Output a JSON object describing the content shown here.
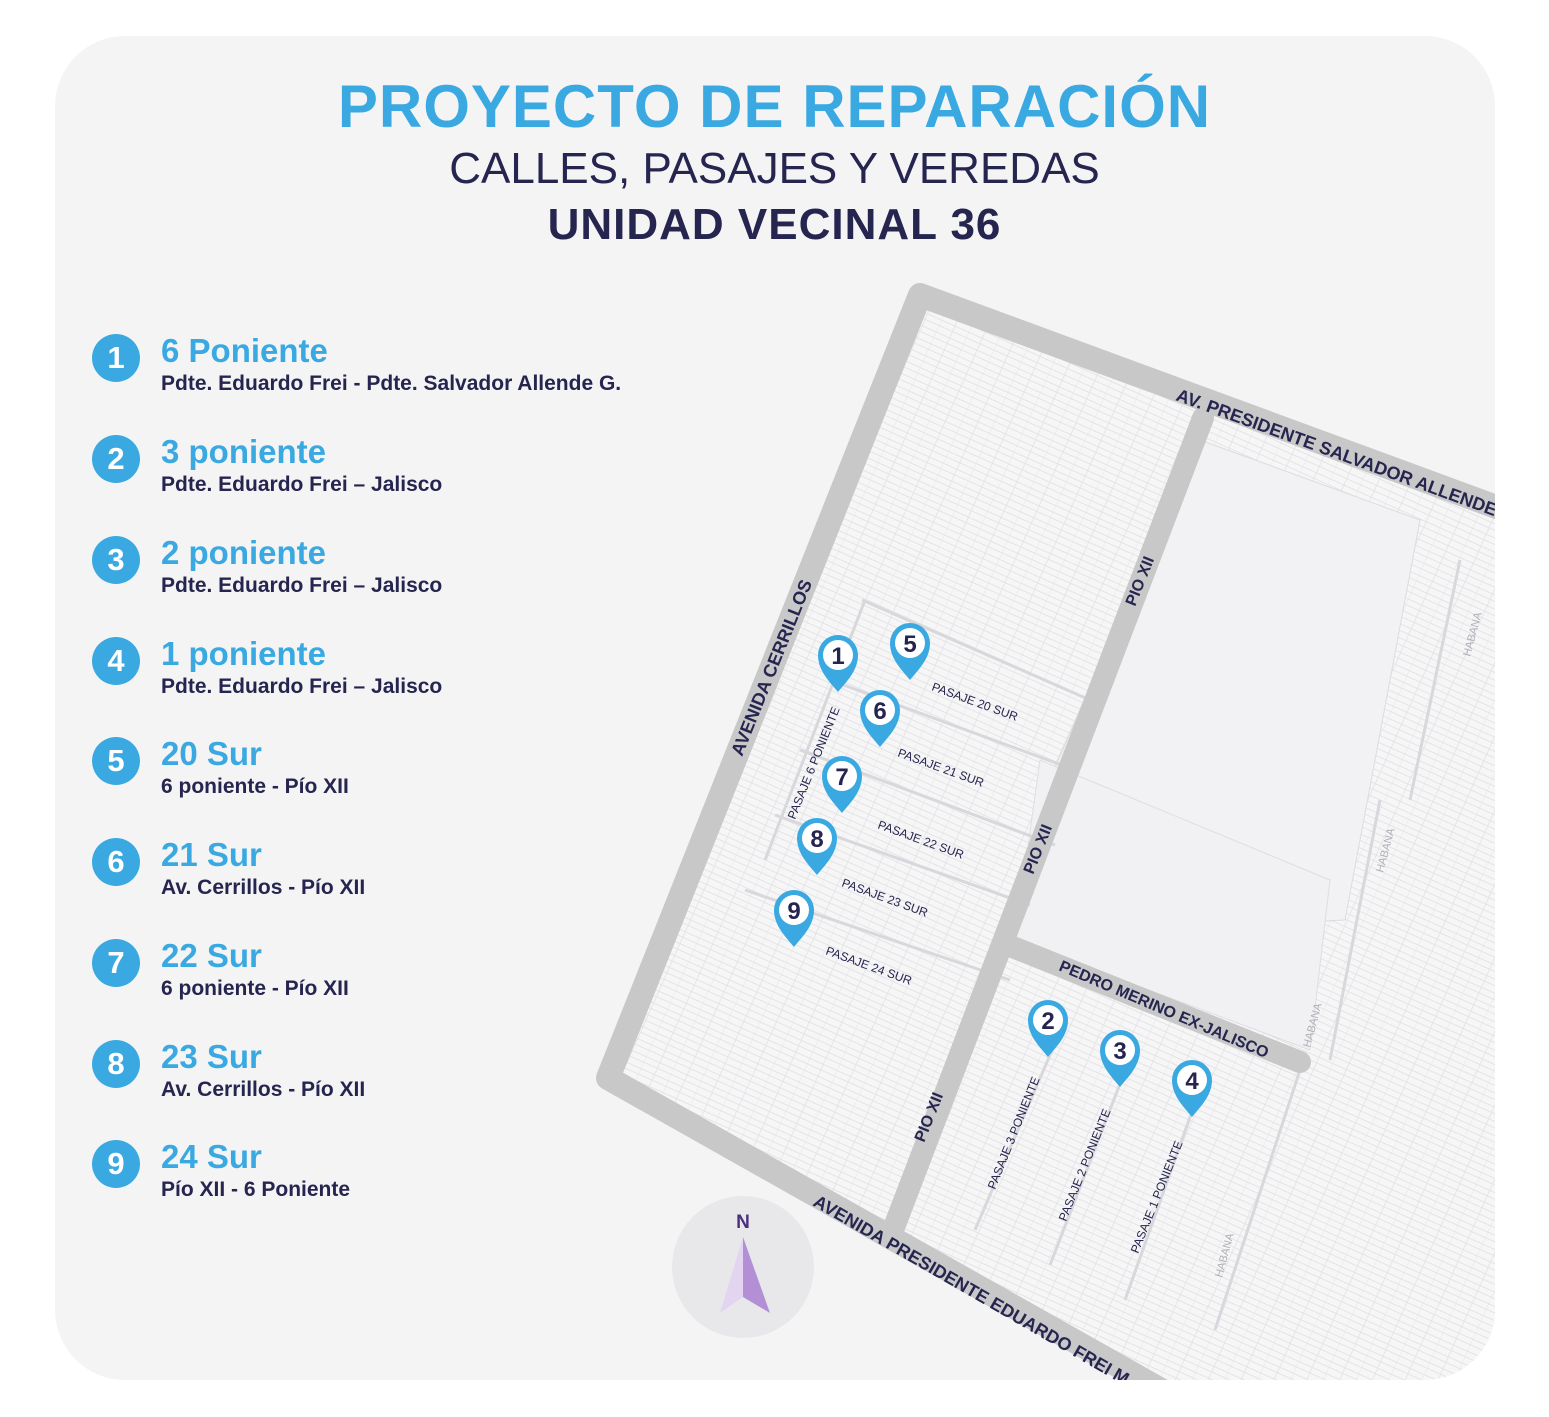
{
  "header": {
    "title": "PROYECTO DE REPARACIÓN",
    "subtitle": "CALLES, PASAJES Y VEREDAS",
    "unit": "UNIDAD VECINAL 36"
  },
  "legend": [
    {
      "number": "1",
      "street": "6 Poniente",
      "range": "Pdte. Eduardo Frei - Pdte. Salvador Allende G."
    },
    {
      "number": "2",
      "street": "3 poniente",
      "range": "Pdte. Eduardo Frei – Jalisco"
    },
    {
      "number": "3",
      "street": "2 poniente",
      "range": "Pdte. Eduardo Frei – Jalisco"
    },
    {
      "number": "4",
      "street": "1 poniente",
      "range": "Pdte. Eduardo Frei – Jalisco"
    },
    {
      "number": "5",
      "street": "20 Sur",
      "range": "6 poniente - Pío XII"
    },
    {
      "number": "6",
      "street": "21 Sur",
      "range": "Av. Cerrillos - Pío XII"
    },
    {
      "number": "7",
      "street": "22 Sur",
      "range": "6 poniente - Pío XII"
    },
    {
      "number": "8",
      "street": "23 Sur",
      "range": "Av. Cerrillos - Pío XII"
    },
    {
      "number": "9",
      "street": "24 Sur",
      "range": "Pío XII - 6 Poniente"
    }
  ],
  "map": {
    "streets": {
      "salvador_allende": "AV. PRESIDENTE SALVADOR ALLENDE",
      "cerrillos": "AVENIDA CERRILLOS",
      "pio_xii_top": "PIO XII",
      "pio_xii_mid": "PIO XII",
      "pio_xii_bottom": "PIO XII",
      "pedro_merino": "PEDRO MERINO EX-JALISCO",
      "eduardo_frei": "AVENIDA PRESIDENTE EDUARDO FREI M",
      "habana_1": "HABANA",
      "habana_2": "HABANA",
      "habana_3": "HABANA",
      "habana_4": "HABANA"
    },
    "passages": {
      "p6_poniente": "PASAJE 6 PONIENTE",
      "p20": "PASAJE 20 SUR",
      "p21": "PASAJE 21 SUR",
      "p22": "PASAJE 22 SUR",
      "p23": "PASAJE 23 SUR",
      "p24": "PASAJE 24 SUR",
      "p3_poniente": "PASAJE 3 PONIENTE",
      "p2_poniente": "PASAJE 2 PONIENTE",
      "p1_poniente": "PASAJE 1 PONIENTE"
    },
    "markers": [
      "1",
      "2",
      "3",
      "4",
      "5",
      "6",
      "7",
      "8",
      "9"
    ],
    "compass": "N"
  },
  "colors": {
    "accent": "#3aa9e1",
    "navy": "#26254f",
    "road": "#c8c8c9",
    "compass": "#b38fd6"
  }
}
